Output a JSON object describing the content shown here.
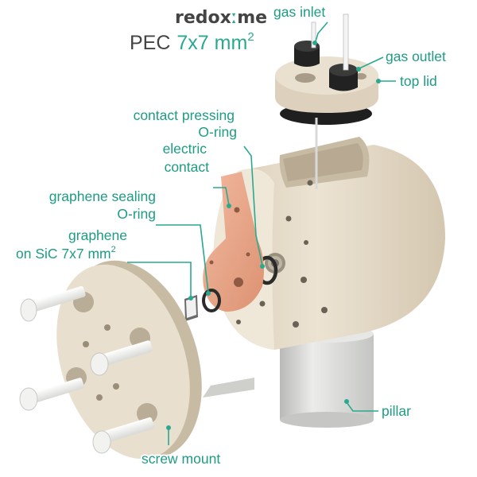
{
  "brand": {
    "left": "redox",
    "dot": "ː",
    "right": "me"
  },
  "title": {
    "prefix": "PEC",
    "size": "7x7 mm",
    "superscript": "2"
  },
  "labels": {
    "gas_inlet": "gas inlet",
    "gas_outlet": "gas outlet",
    "top_lid": "top lid",
    "contact_pressing_1": "contact pressing",
    "contact_pressing_2": "O-ring",
    "electric_contact_1": "electric",
    "electric_contact_2": "contact",
    "graphene_sealing_1": "graphene sealing",
    "graphene_sealing_2": "O-ring",
    "graphene_sic_1": "graphene",
    "graphene_sic_2": "on SiC 7x7 mm",
    "graphene_sic_sup": "2",
    "pillar": "pillar",
    "screw_mount": "screw mount"
  },
  "colors": {
    "label": "#1e9c84",
    "leader": "#2aa98f",
    "body": "#e6dccb",
    "body_shade": "#c9bca6",
    "copper": "#e9a98c",
    "knob": "#2a2a2a",
    "pillar": "#d7d7d4"
  }
}
